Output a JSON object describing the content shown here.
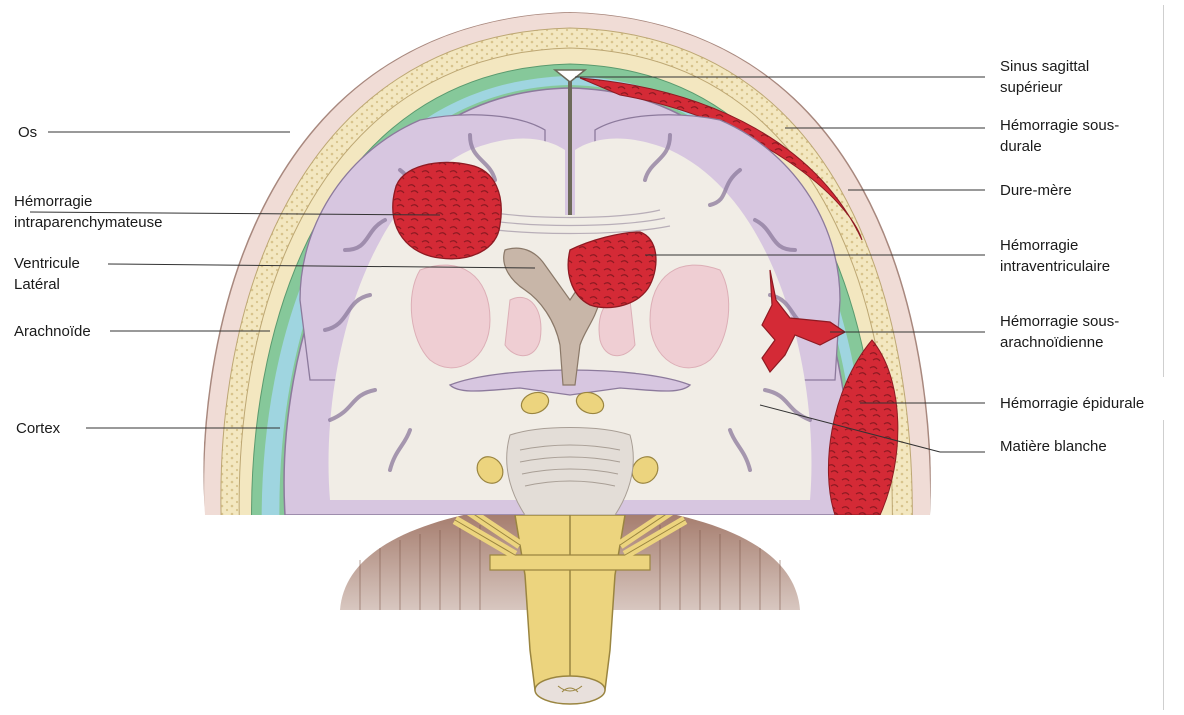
{
  "labels": {
    "left": [
      {
        "id": "os",
        "lines": [
          "Os"
        ]
      },
      {
        "id": "hemorragie-intraparenchymateuse",
        "lines": [
          "Hémorragie",
          "intraparenchymateuse"
        ]
      },
      {
        "id": "ventricule-lateral",
        "lines": [
          "Ventricule",
          "Latéral"
        ]
      },
      {
        "id": "arachnoide",
        "lines": [
          "Arachnoïde"
        ]
      },
      {
        "id": "cortex",
        "lines": [
          "Cortex"
        ]
      }
    ],
    "right": [
      {
        "id": "sinus-sagittal-superieur",
        "lines": [
          "Sinus sagittal",
          "supérieur"
        ]
      },
      {
        "id": "hemorragie-sous-durale",
        "lines": [
          "Hémorragie sous-",
          "durale"
        ]
      },
      {
        "id": "dure-mere",
        "lines": [
          "Dure-mère"
        ]
      },
      {
        "id": "hemorragie-intraventriculaire",
        "lines": [
          "Hémorragie",
          "intraventriculaire"
        ]
      },
      {
        "id": "hemorragie-sous-arachnoidienne",
        "lines": [
          "Hémorragie sous-",
          "arachnoïdienne"
        ]
      },
      {
        "id": "hemorragie-epidurale",
        "lines": [
          "Hémorragie épidurale"
        ]
      },
      {
        "id": "matiere-blanche",
        "lines": [
          "Matière blanche"
        ]
      }
    ]
  },
  "colors": {
    "scalp": "#f0dcd6",
    "bone": "#f3e7c0",
    "bone_dots": "#d8c38c",
    "dura": "#86c89a",
    "arachnoid": "#9fd5e0",
    "cortex": "#d7c6e0",
    "white_matter": "#f1ede6",
    "deep_nuclei": "#efc9d0",
    "hemorrhage": "#d42a36",
    "hemorrhage_dark": "#8e1a22",
    "ventricle": "#c8b6a8",
    "nerve": "#ecd47e",
    "cerebellum": "#b48a78",
    "leader_line": "#333333"
  }
}
